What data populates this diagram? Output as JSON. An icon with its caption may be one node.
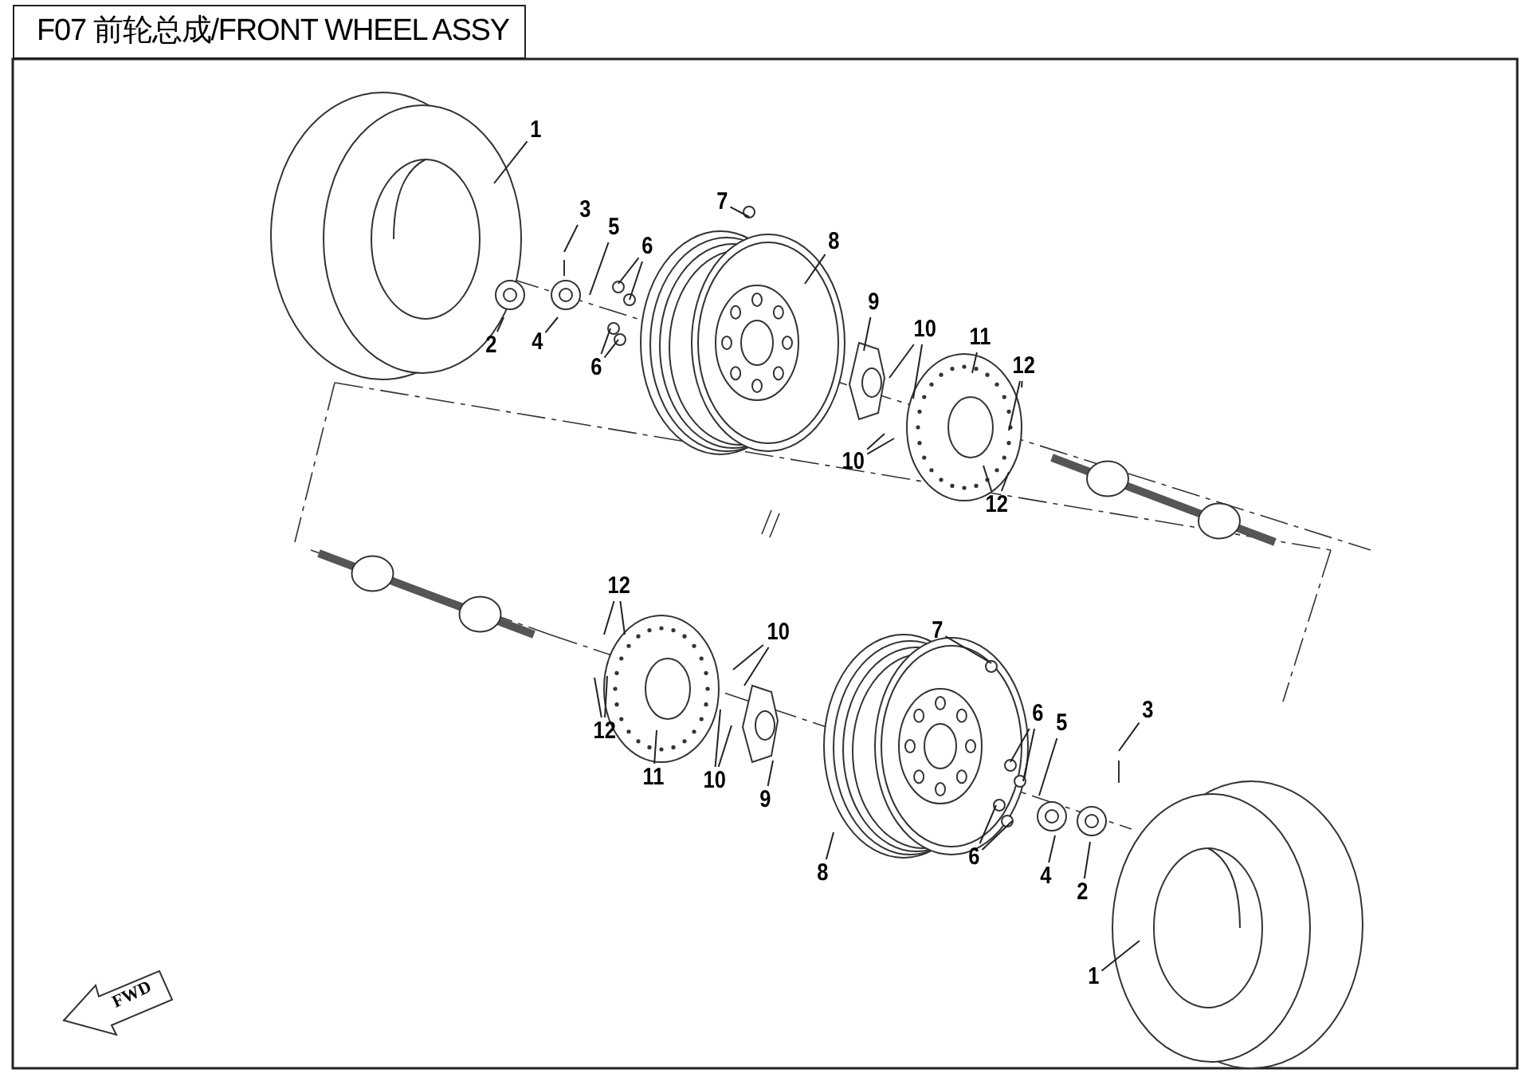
{
  "diagram": {
    "title": "F07 前轮总成/FRONT WHEEL ASSY",
    "nodes": [
      {
        "text": [
          "1"
        ]
      },
      {
        "text": [
          "3"
        ]
      },
      {
        "text": [
          "7"
        ]
      },
      {
        "text": [
          "5"
        ]
      },
      {
        "text": [
          "6"
        ]
      },
      {
        "text": [
          "8"
        ]
      },
      {
        "text": [
          "2"
        ]
      },
      {
        "text": [
          "4"
        ]
      },
      {
        "text": [
          "6"
        ]
      },
      {
        "text": [
          "9"
        ]
      },
      {
        "text": [
          "10"
        ]
      },
      {
        "text": [
          "11"
        ]
      },
      {
        "text": [
          "12"
        ]
      },
      {
        "text": [
          "10"
        ]
      },
      {
        "text": [
          "12"
        ]
      },
      {
        "text": [
          "12"
        ]
      },
      {
        "text": [
          "10"
        ]
      },
      {
        "text": [
          "7"
        ]
      },
      {
        "text": [
          "12"
        ]
      },
      {
        "text": [
          "6"
        ]
      },
      {
        "text": [
          "5"
        ]
      },
      {
        "text": [
          "3"
        ]
      },
      {
        "text": [
          "11"
        ]
      },
      {
        "text": [
          "10"
        ]
      },
      {
        "text": [
          "9"
        ]
      },
      {
        "text": [
          "8"
        ]
      },
      {
        "text": [
          "6"
        ]
      },
      {
        "text": [
          "4"
        ]
      },
      {
        "text": [
          "2"
        ]
      },
      {
        "text": [
          "1"
        ]
      }
    ],
    "edges": [
      {
        "from": 0,
        "to": null,
        "arrow": "none"
      },
      {
        "from": 1,
        "to": null,
        "arrow": "none"
      },
      {
        "from": 2,
        "to": null,
        "arrow": "none"
      },
      {
        "from": 3,
        "to": null,
        "arrow": "none"
      },
      {
        "from": 4,
        "to": null,
        "arrow": "none"
      },
      {
        "from": 4,
        "to": null,
        "arrow": "none"
      },
      {
        "from": 5,
        "to": null,
        "arrow": "none"
      },
      {
        "from": 6,
        "to": null,
        "arrow": "none"
      },
      {
        "from": 7,
        "to": null,
        "arrow": "none"
      },
      {
        "from": 8,
        "to": null,
        "arrow": "none"
      },
      {
        "from": 8,
        "to": null,
        "arrow": "none"
      },
      {
        "from": 9,
        "to": null,
        "arrow": "none"
      },
      {
        "from": 10,
        "to": null,
        "arrow": "none"
      },
      {
        "from": 10,
        "to": null,
        "arrow": "none"
      },
      {
        "from": 11,
        "to": null,
        "arrow": "none"
      },
      {
        "from": 12,
        "to": null,
        "arrow": "none"
      },
      {
        "from": 12,
        "to": null,
        "arrow": "none"
      },
      {
        "from": 13,
        "to": null,
        "arrow": "none"
      },
      {
        "from": 13,
        "to": null,
        "arrow": "none"
      },
      {
        "from": 14,
        "to": null,
        "arrow": "none"
      },
      {
        "from": 14,
        "to": null,
        "arrow": "none"
      },
      {
        "from": 15,
        "to": null,
        "arrow": "none"
      },
      {
        "from": 15,
        "to": null,
        "arrow": "none"
      },
      {
        "from": 16,
        "to": null,
        "arrow": "none"
      },
      {
        "from": 16,
        "to": null,
        "arrow": "none"
      },
      {
        "from": 17,
        "to": null,
        "arrow": "none"
      },
      {
        "from": 18,
        "to": null,
        "arrow": "none"
      },
      {
        "from": 18,
        "to": null,
        "arrow": "none"
      },
      {
        "from": 19,
        "to": null,
        "arrow": "none"
      },
      {
        "from": 19,
        "to": null,
        "arrow": "none"
      },
      {
        "from": 20,
        "to": null,
        "arrow": "none"
      },
      {
        "from": 21,
        "to": null,
        "arrow": "none"
      },
      {
        "from": 22,
        "to": null,
        "arrow": "none"
      },
      {
        "from": 23,
        "to": null,
        "arrow": "none"
      },
      {
        "from": 23,
        "to": null,
        "arrow": "none"
      },
      {
        "from": 24,
        "to": null,
        "arrow": "none"
      },
      {
        "from": 25,
        "to": null,
        "arrow": "none"
      },
      {
        "from": 26,
        "to": null,
        "arrow": "none"
      },
      {
        "from": 26,
        "to": null,
        "arrow": "none"
      },
      {
        "from": 27,
        "to": null,
        "arrow": "none"
      },
      {
        "from": 28,
        "to": null,
        "arrow": "none"
      },
      {
        "from": 29,
        "to": null,
        "arrow": "none"
      }
    ],
    "labels": [
      "FWD"
    ]
  }
}
